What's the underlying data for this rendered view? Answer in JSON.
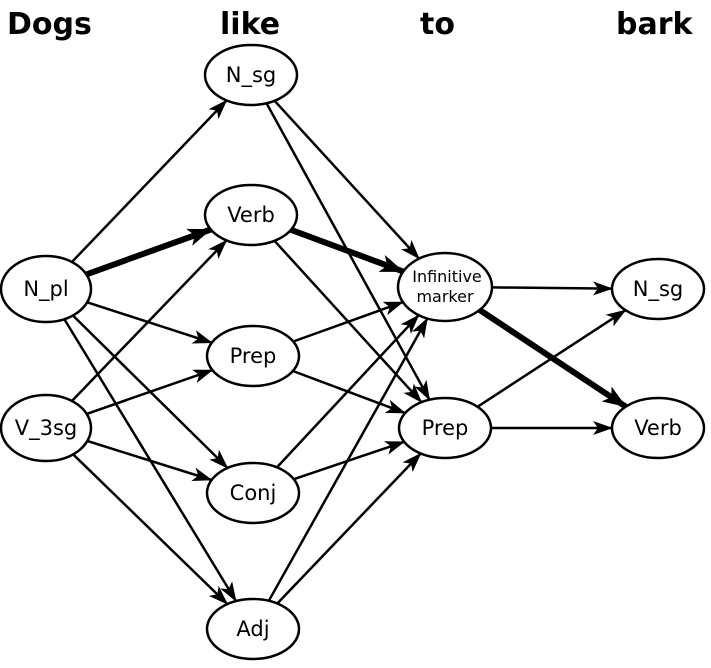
{
  "header_words": [
    "Dogs",
    "like",
    "to",
    "bark"
  ],
  "nodes": {
    "n_pl": {
      "label": "N_pl"
    },
    "v_3sg": {
      "label": "V_3sg"
    },
    "n_sg_1": {
      "label": "N_sg"
    },
    "verb_1": {
      "label": "Verb"
    },
    "prep_1": {
      "label": "Prep"
    },
    "conj_1": {
      "label": "Conj"
    },
    "adj_1": {
      "label": "Adj"
    },
    "inf_marker": {
      "label_line1": "Infinitive",
      "label_line2": "marker"
    },
    "prep_2": {
      "label": "Prep"
    },
    "n_sg_2": {
      "label": "N_sg"
    },
    "verb_2": {
      "label": "Verb"
    }
  },
  "edges": [
    {
      "from": "n_pl",
      "to": "n_sg_1",
      "bold": false
    },
    {
      "from": "n_pl",
      "to": "verb_1",
      "bold": true
    },
    {
      "from": "n_pl",
      "to": "prep_1",
      "bold": false
    },
    {
      "from": "n_pl",
      "to": "conj_1",
      "bold": false
    },
    {
      "from": "n_pl",
      "to": "adj_1",
      "bold": false
    },
    {
      "from": "v_3sg",
      "to": "verb_1",
      "bold": false
    },
    {
      "from": "v_3sg",
      "to": "prep_1",
      "bold": false
    },
    {
      "from": "v_3sg",
      "to": "conj_1",
      "bold": false
    },
    {
      "from": "v_3sg",
      "to": "adj_1",
      "bold": false
    },
    {
      "from": "n_sg_1",
      "to": "inf_marker",
      "bold": false
    },
    {
      "from": "n_sg_1",
      "to": "prep_2",
      "bold": false
    },
    {
      "from": "verb_1",
      "to": "inf_marker",
      "bold": true
    },
    {
      "from": "verb_1",
      "to": "prep_2",
      "bold": false
    },
    {
      "from": "prep_1",
      "to": "inf_marker",
      "bold": false
    },
    {
      "from": "prep_1",
      "to": "prep_2",
      "bold": false
    },
    {
      "from": "conj_1",
      "to": "inf_marker",
      "bold": false
    },
    {
      "from": "conj_1",
      "to": "prep_2",
      "bold": false
    },
    {
      "from": "adj_1",
      "to": "inf_marker",
      "bold": false
    },
    {
      "from": "adj_1",
      "to": "prep_2",
      "bold": false
    },
    {
      "from": "inf_marker",
      "to": "n_sg_2",
      "bold": false
    },
    {
      "from": "inf_marker",
      "to": "verb_2",
      "bold": true
    },
    {
      "from": "prep_2",
      "to": "n_sg_2",
      "bold": false
    },
    {
      "from": "prep_2",
      "to": "verb_2",
      "bold": false
    }
  ]
}
